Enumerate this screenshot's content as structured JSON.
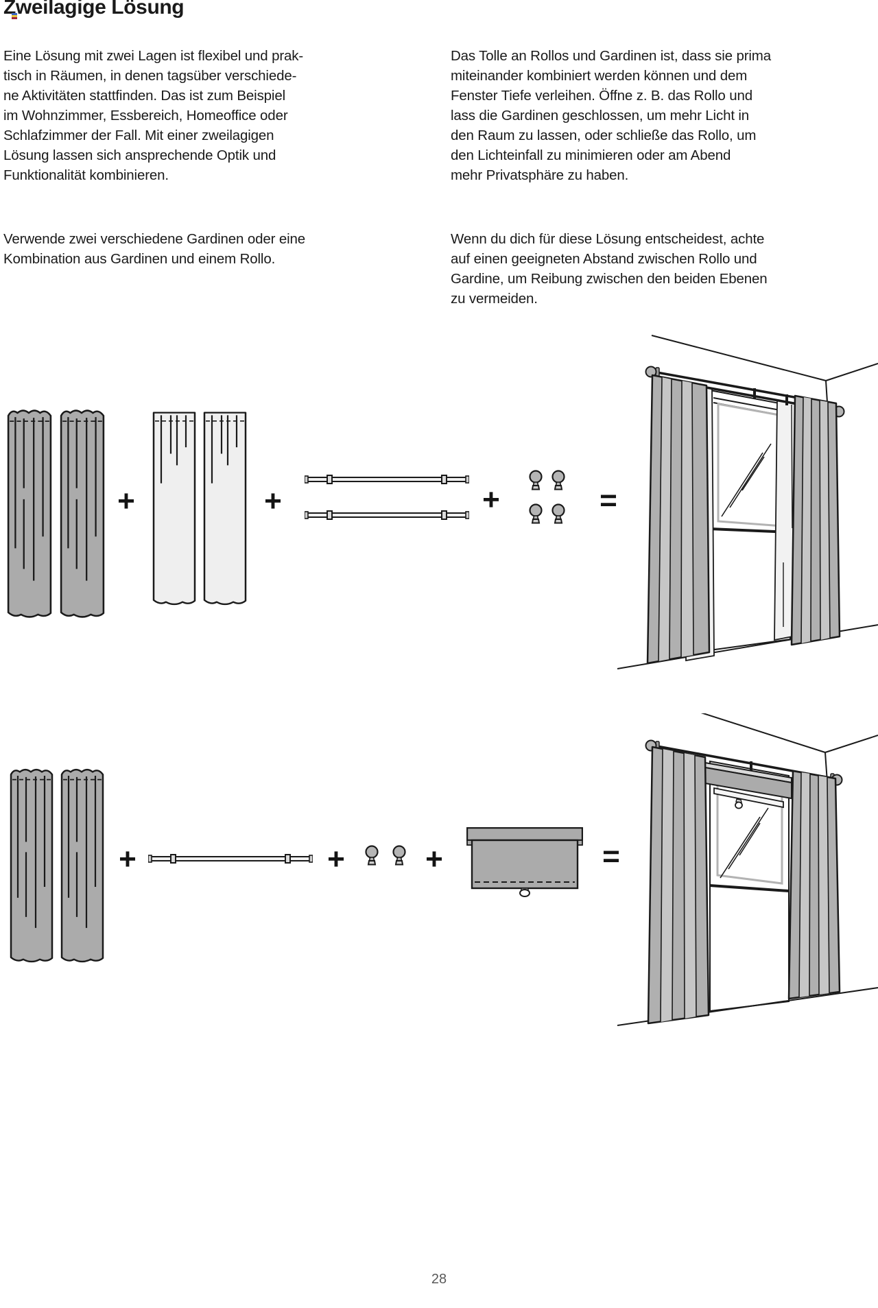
{
  "page": {
    "title": "Zweilagige Lösung",
    "number": "28"
  },
  "intro": {
    "left": {
      "para1": "Eine Lösung mit zwei Lagen ist flexibel und prak-\ntisch in Räumen, in denen tagsüber verschiede-\nne Aktivitäten stattfinden. Das ist zum Beispiel\nim Wohnzimmer, Essbereich, Homeoffice oder\nSchlafzimmer der Fall. Mit einer zweilagigen\nLösung lassen sich ansprechende Optik und\nFunktionalität kombinieren.",
      "para2": "Verwende zwei verschiedene Gardinen oder eine\nKombination aus Gardinen und einem Rollo."
    },
    "right": {
      "para1": "Das Tolle an Rollos und Gardinen ist, dass sie prima\nmiteinander kombiniert werden können und dem\nFenster Tiefe verleihen. Öffne z. B. das Rollo und\nlass die Gardinen geschlossen, um mehr Licht in\nden Raum zu lassen, oder schließe das Rollo, um\nden Lichteinfall zu minimieren oder am Abend\nmehr Privatsphäre zu haben.",
      "para2": "Wenn du dich für diese Lösung entscheidest, achte\nauf einen geeigneten Abstand zwischen Rollo und\nGardine, um Reibung zwischen den beiden Ebenen\nzu vermeiden."
    }
  },
  "operators": {
    "plus": "+",
    "equals": "="
  },
  "equations": {
    "row1": {
      "items": [
        "dark-curtain-pair",
        "sheer-curtain-pair",
        "two-curtain-rods",
        "four-finials"
      ],
      "result": "window-with-two-layer-curtains"
    },
    "row2": {
      "items": [
        "dark-curtain-pair",
        "curtain-rod",
        "two-finials",
        "roller-blind"
      ],
      "result": "window-with-curtains-and-roller-blind"
    }
  },
  "colors": {
    "text": "#1a1a1a",
    "curtain_dark": "#ababab",
    "curtain_light": "#efefef",
    "sheer": "#f2f2f2",
    "outline": "#1a1a1a",
    "page_number": "#595959"
  }
}
